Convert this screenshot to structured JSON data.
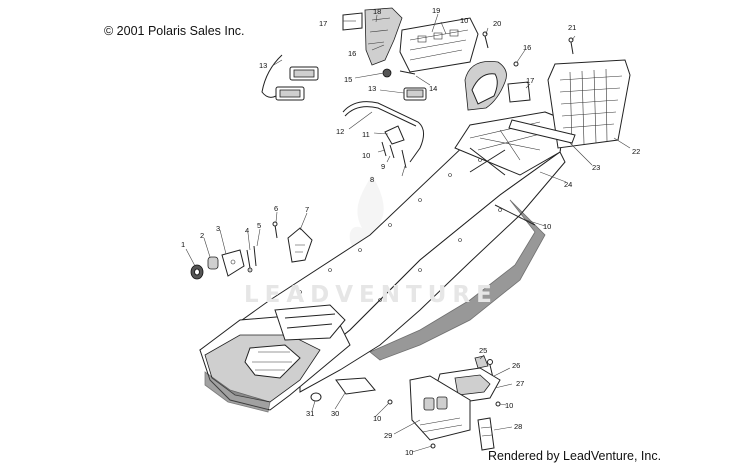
{
  "header": {
    "copyright": "© 2001 Polaris Sales Inc."
  },
  "footer": {
    "rendered_by": "Rendered by LeadVenture, Inc."
  },
  "watermark": {
    "text": "LEADVENTURE"
  },
  "callouts": [
    "1",
    "2",
    "3",
    "4",
    "5",
    "6",
    "7",
    "8",
    "9",
    "10",
    "11",
    "12",
    "13",
    "14",
    "15",
    "16",
    "17",
    "18",
    "19",
    "20",
    "21",
    "22",
    "23",
    "24",
    "25",
    "26",
    "27",
    "28",
    "29",
    "30",
    "31"
  ],
  "callout_10": "10",
  "callout_13": "13",
  "callout_16": "16",
  "callout_17": "17",
  "callout_19": "19"
}
